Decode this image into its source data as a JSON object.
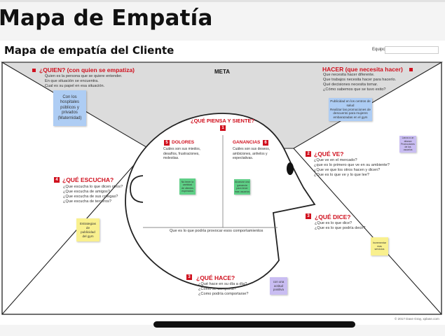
{
  "title": "Mapa de Empatía",
  "subtitle": "Mapa de empatía del Cliente",
  "equipo_label": "Equipo",
  "meta_label": "META",
  "quien": {
    "title": "¿QUIEN? (con quien se empatiza)",
    "text": "Quien es la persona que se quiere entender.\nEn que situación se encuentra.\nCual es su papel en esa situación."
  },
  "hacer": {
    "title": "HACER (que necesita hacer)",
    "text": "Que necesita hacer diferente.\nQue trabajos necesita hacer para hacerlo.\nQué decisiones necesita tomar.\n¿Cómo sabemos que se tuvo exito?"
  },
  "piensa": {
    "number": "1",
    "title": "¿QUÉ PIENSA Y SIENTE?"
  },
  "dolores": {
    "number": "5",
    "title": "DOLORES",
    "text": "Cuáles son sus miedos,\ndesafíos, frustraciones,\nmolestias."
  },
  "ganancias": {
    "number": "6",
    "title": "GANANCIAS",
    "text": "Cuáles son sus deseos,\nambiciones, anhelos y\nexpectativas."
  },
  "ve": {
    "number": "2",
    "title": "¿QUÉ VE?",
    "text": "¿Que ve en el mercado?\n¿que es lo primero que ve en su ambiente?\n¿Que ve que los otros hacen y dicen?\n¿Que es lo que ve y lo que lee?"
  },
  "escucha": {
    "number": "4",
    "title": "¿QUÉ ESCUCHA?",
    "text": "¿Que escucha lo que dicen otros?\n¿Que escucha de amigos?\n¿Que escucha de sus colegas?\n¿Que escucha de terceros?"
  },
  "dice": {
    "number": "3",
    "title": "¿QUÉ DICE?",
    "text": "¿Que es lo que dice?\n¿Que es lo que podría decir?"
  },
  "hace": {
    "number": "3",
    "title": "¿QUÉ HACE?",
    "text": "¿Qué hace en su día a día?\n¿Como se comporta?\n¿Como podría comportarse?"
  },
  "quote": "Que es lo que podría provocar esos comportamientos",
  "notes": {
    "quien": "Con los\nhospitales\npúblicos y\nprivados\n(Maternidad)",
    "hacer": "Publicidad en los centros de\nsalud\nRealizar las promociones de\ndescuento para mujeres\nembarazadas en el gym",
    "dolores": "No tener la\ncantidad\nde clientes\nesperados",
    "ganancias": "Alcanzar una\nganancia\npara tener\nmas usuarios",
    "ve": "Lanza a un\nalianza\nPromociones\nde los\nusuarios",
    "escucha": "Estrategias\nde\npublicidad\ndel gym",
    "dice": "Incrementar\nmas\nservicios",
    "hace": "con una\nactitud\npositiva"
  },
  "copyright": "© 2017 Dave Gray, xplane.com",
  "colors": {
    "accent": "#d0101e",
    "sticky_blue": "#aecdf4",
    "sticky_green": "#5ecf86",
    "sticky_yellow": "#f9f08e",
    "sticky_purple": "#c9bdf2"
  }
}
